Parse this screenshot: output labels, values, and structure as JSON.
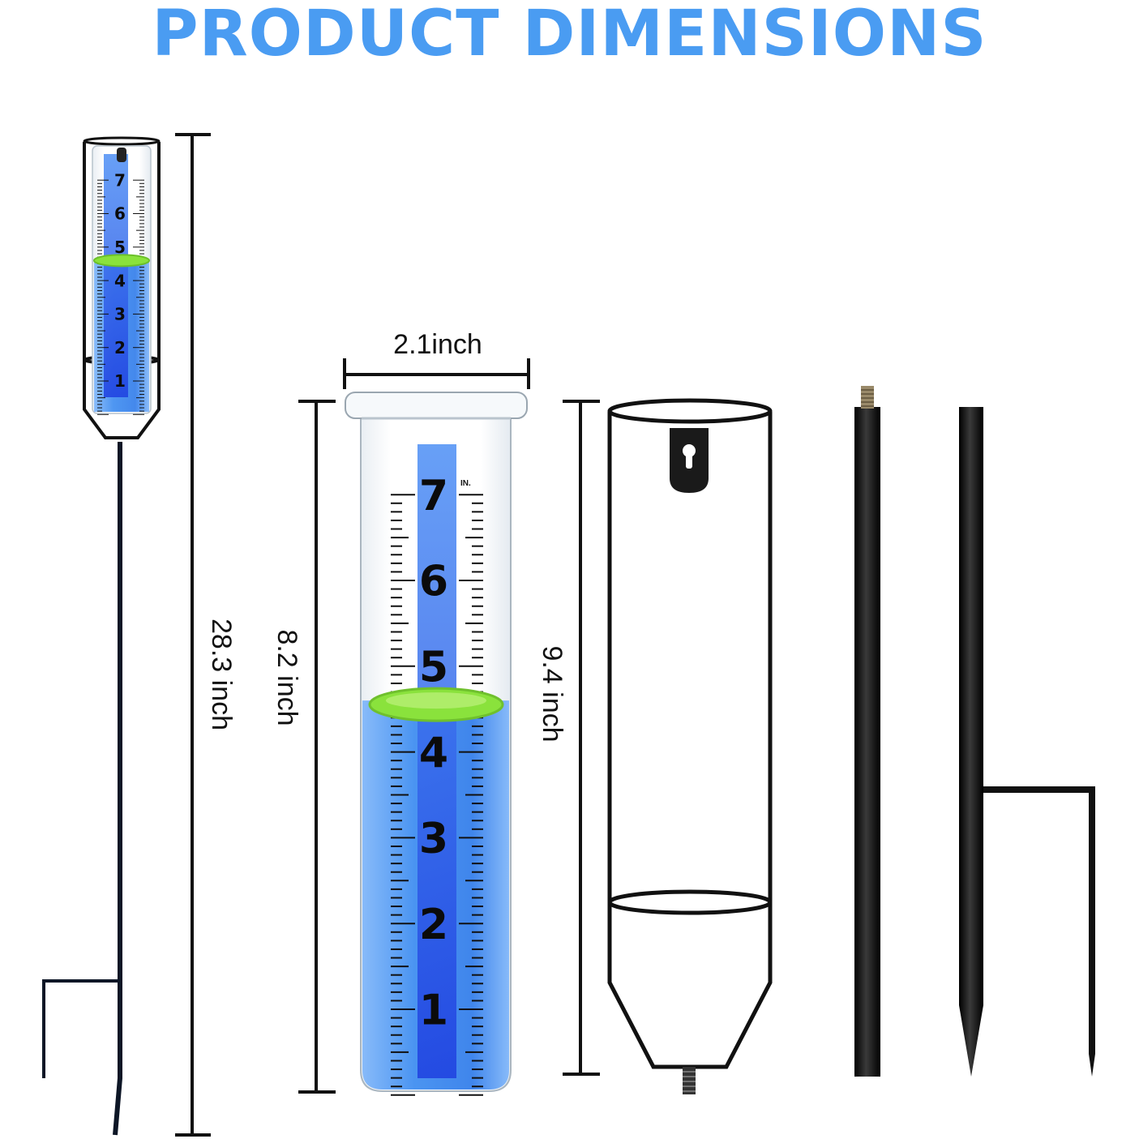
{
  "title": "PRODUCT DIMENSIONS",
  "colors": {
    "title": "#4A9CF2",
    "water": "#3B8BF0",
    "scale_strip": "#2E57E8",
    "float_ring": "#8AE23C",
    "metal": "#111111"
  },
  "dimensions": {
    "total_height": "28.3 inch",
    "tube_height": "8.2 inch",
    "tube_width": "2.1inch",
    "holder_height": "9.4 inch"
  },
  "gauge_scale": {
    "numbers": [
      "1",
      "2",
      "3",
      "4",
      "5",
      "6",
      "7"
    ],
    "unit_mark": "IN."
  },
  "water_level_in": 4.6
}
